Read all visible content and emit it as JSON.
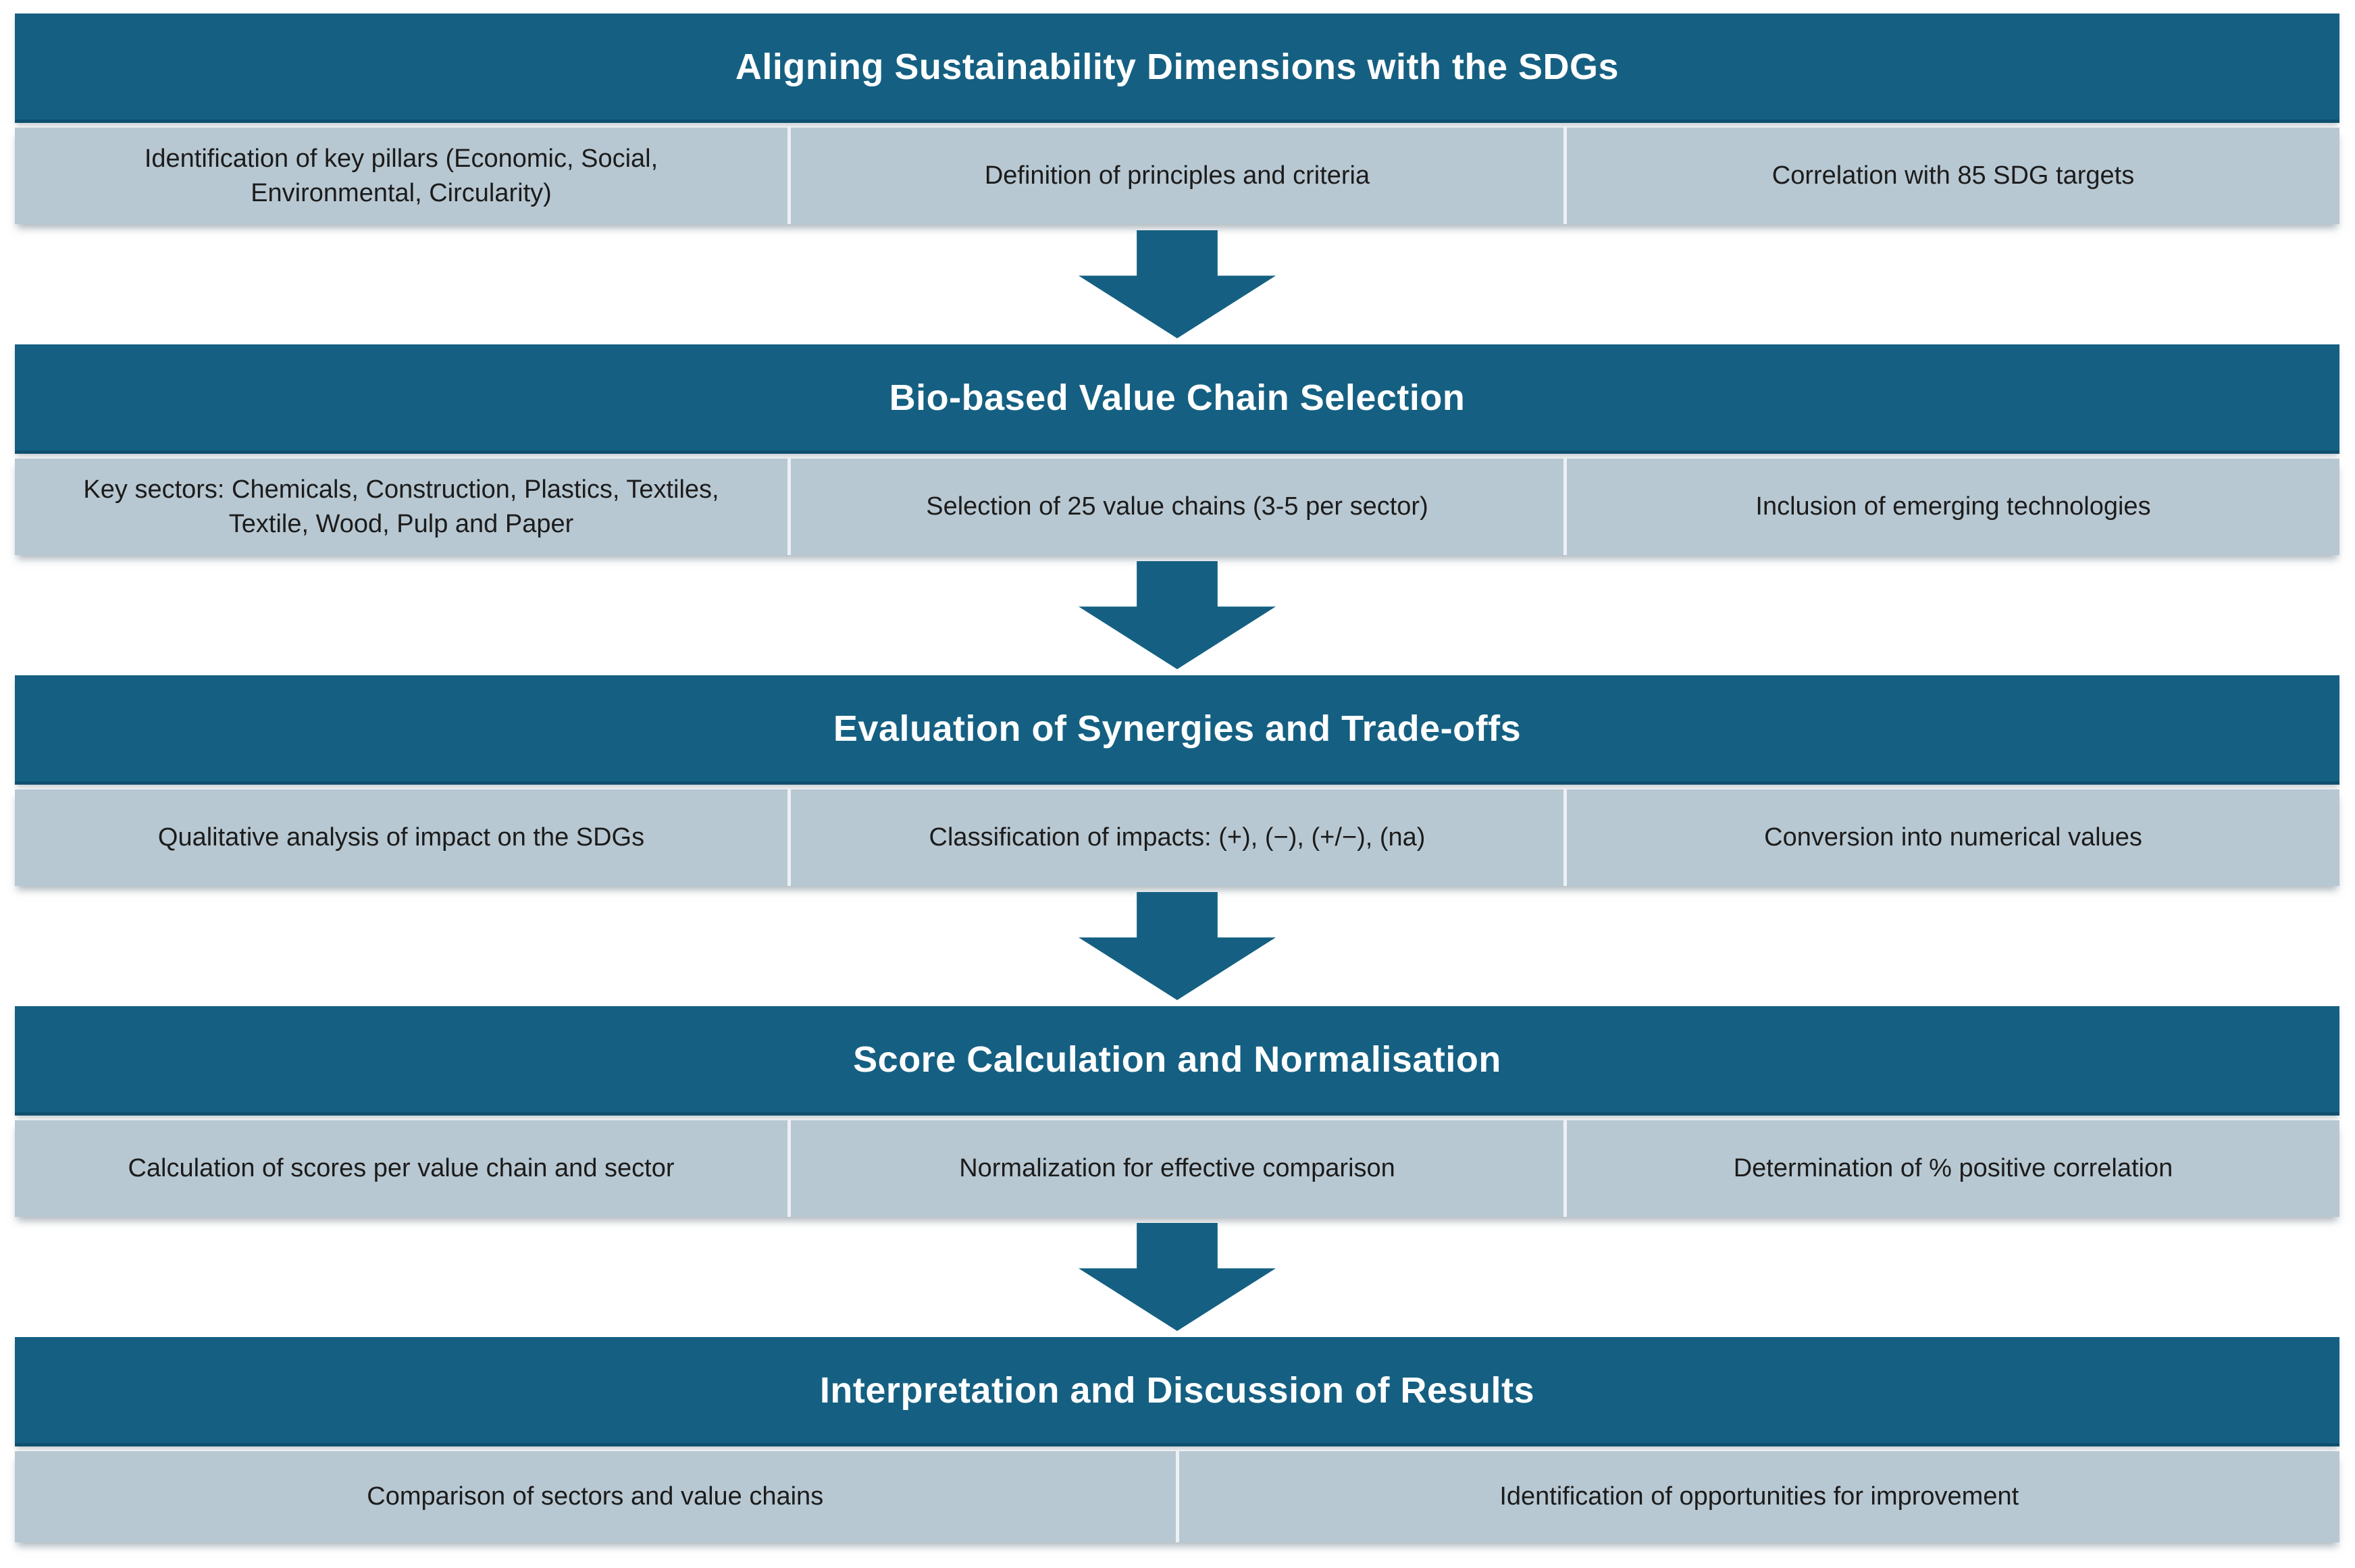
{
  "diagram": {
    "accent_color": "#156082",
    "cell_background_color": "#b8c8d2",
    "header_text_color": "#ffffff",
    "cell_text_color": "#1c1c1c",
    "blocks": [
      {
        "title": "Aligning Sustainability Dimensions with the SDGs",
        "cells": [
          "Identification of key pillars (Economic, Social, Environmental, Circularity)",
          "Definition of principles and criteria",
          "Correlation with 85 SDG targets"
        ]
      },
      {
        "title": "Bio-based Value Chain Selection",
        "cells": [
          "Key sectors: Chemicals, Construction, Plastics, Textiles, Textile, Wood, Pulp and Paper",
          "Selection of 25 value chains (3-5 per sector)",
          "Inclusion of emerging technologies"
        ]
      },
      {
        "title": "Evaluation of Synergies and Trade-offs",
        "cells": [
          "Qualitative analysis of impact on the SDGs",
          "Classification of impacts: (+), (−), (+/−), (na)",
          "Conversion into numerical values"
        ]
      },
      {
        "title": "Score Calculation and Normalisation",
        "cells": [
          "Calculation of scores per value chain and sector",
          "Normalization for effective comparison",
          "Determination of % positive correlation"
        ]
      },
      {
        "title": "Interpretation and Discussion of Results",
        "cells": [
          "Comparison of sectors and value chains",
          "Identification of opportunities for improvement"
        ]
      }
    ]
  }
}
